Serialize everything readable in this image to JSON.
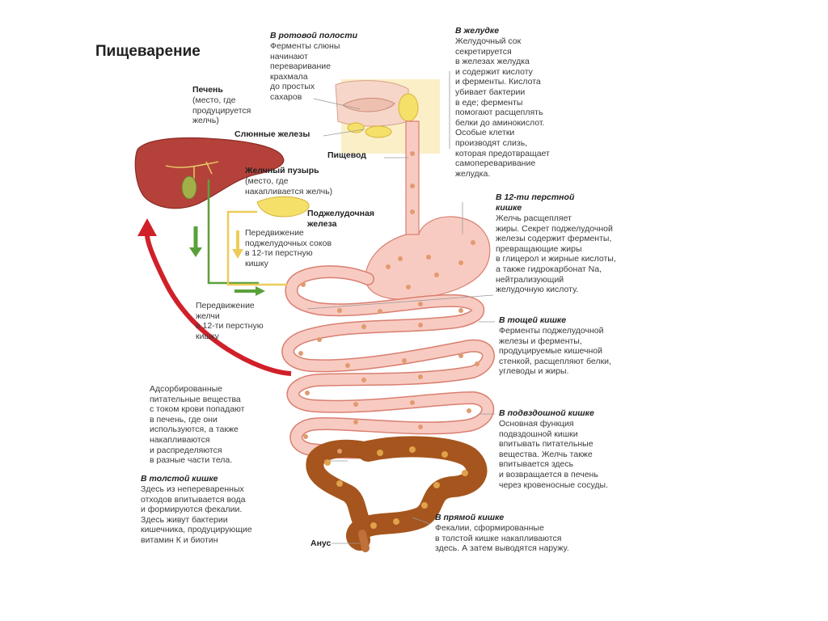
{
  "title": "Пищеварение",
  "labels": {
    "liver": {
      "title": "Печень",
      "text": "(место, где\nпродуцируется\nжелчь)"
    },
    "salivary": "Слюнные железы",
    "esophagus": "Пищевод",
    "gallbladder": {
      "title": "Желчный пузырь",
      "text": "(место, где\nнакапливается желчь)"
    },
    "pancreas": "Поджелудочная\nжелеза",
    "pancreatic_juice": "Передвижение\nподжелудочных соков\nв 12-ти перстную\nкишку",
    "bile_movement": "Передвижение\nжелчи\nв 12-ти перстную\nкишку",
    "absorbed": "Адсорбированные\nпитательные вещества\nс током крови попадают\nв печень, где они\nиспользуются, а также\nнакапливаются\nи распределяются\nв разные части тела.",
    "anus": "Анус"
  },
  "sections": {
    "mouth": {
      "title": "В ротовой полости",
      "text": "Ферменты слюны\nначинают\nпереваривание\nкрахмала\nдо простых\nсахаров"
    },
    "stomach": {
      "title": "В желудке",
      "text": "Желудочный сок\nсекретируется\nв железах желудка\nи содержит кислоту\nи ферменты. Кислота\nубивает бактерии\nв еде; ферменты\nпомогают расщеплять\nбелки до аминокислот.\nОсобые клетки\nпроизводят слизь,\nкоторая предотвращает\nсамопереваривание\nжелудка."
    },
    "duodenum": {
      "title": "В 12-ти перстной\nкишке",
      "text": "Желчь расщепляет\nжиры. Секрет поджелудочной\nжелезы содержит ферменты,\nпревращающие жиры\nв глицерол и жирные кислоты,\nа также гидрокарбонат Na,\nнейтрализующий\nжелудочную кислоту."
    },
    "jejunum": {
      "title": "В тощей кишке",
      "text": "Ферменты поджелудочной\nжелезы и ферменты,\nпродуцируемые кишечной\nстенкой, расщепляют белки,\nуглеводы и жиры."
    },
    "ileum": {
      "title": "В подвздошной кишке",
      "text": "Основная функция\nподвздошной кишки\nвпитывать питательные\nвещества. Желчь также\nвпитывается здесь\nи возвращается в печень\nчерез кровеносные сосуды."
    },
    "colon": {
      "title": "В толстой кишке",
      "text": "Здесь из непереваренных\nотходов впитывается вода\nи формируются фекалии.\nЗдесь живут бактерии\nкишечника, продуцирующие\nвитамин К и биотин"
    },
    "rectum": {
      "title": "В прямой кишке",
      "text": "Фекалии, сформированные\nв толстой кишке накапливаются\nздесь. А затем выводятся наружу."
    }
  },
  "colors": {
    "liver": "#b5423a",
    "gut": "#f8cbc2",
    "gut_outline": "#d97f70",
    "dots": "#e29a6e",
    "colon": "#a5551d",
    "bile_green": "#5aa03a",
    "pancreas_yellow": "#f5e06a",
    "blood_red": "#d0202a",
    "mouth_bg": "#fbefc8"
  }
}
